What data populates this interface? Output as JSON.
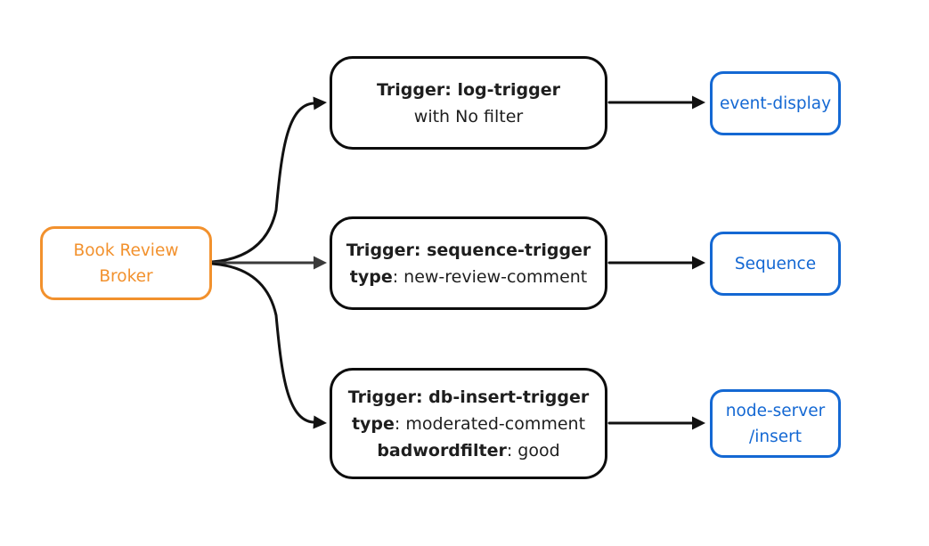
{
  "diagram": {
    "colors": {
      "background": "#ffffff",
      "broker": "#F2912D",
      "trigger_border": "#0d0d0d",
      "trigger_text": "#1e1e1e",
      "sink": "#1468D3",
      "edge": "#111111",
      "edge_muted": "#3a3a3a"
    },
    "broker": {
      "lines": [
        "Book Review",
        "Broker"
      ]
    },
    "triggers": [
      {
        "lines": [
          {
            "bold": "Trigger: log-trigger",
            "rest": ""
          },
          {
            "bold": "",
            "rest": "with No filter"
          }
        ]
      },
      {
        "lines": [
          {
            "bold": "Trigger: sequence-trigger",
            "rest": ""
          },
          {
            "bold": "type",
            "rest": ": new-review-comment"
          }
        ]
      },
      {
        "lines": [
          {
            "bold": "Trigger: db-insert-trigger",
            "rest": ""
          },
          {
            "bold": "type",
            "rest": ": moderated-comment"
          },
          {
            "bold": "badwordfilter",
            "rest": ": good"
          }
        ]
      }
    ],
    "sinks": [
      {
        "lines": [
          "event-display"
        ]
      },
      {
        "lines": [
          "Sequence"
        ]
      },
      {
        "lines": [
          "node-server",
          "/insert"
        ]
      }
    ]
  }
}
